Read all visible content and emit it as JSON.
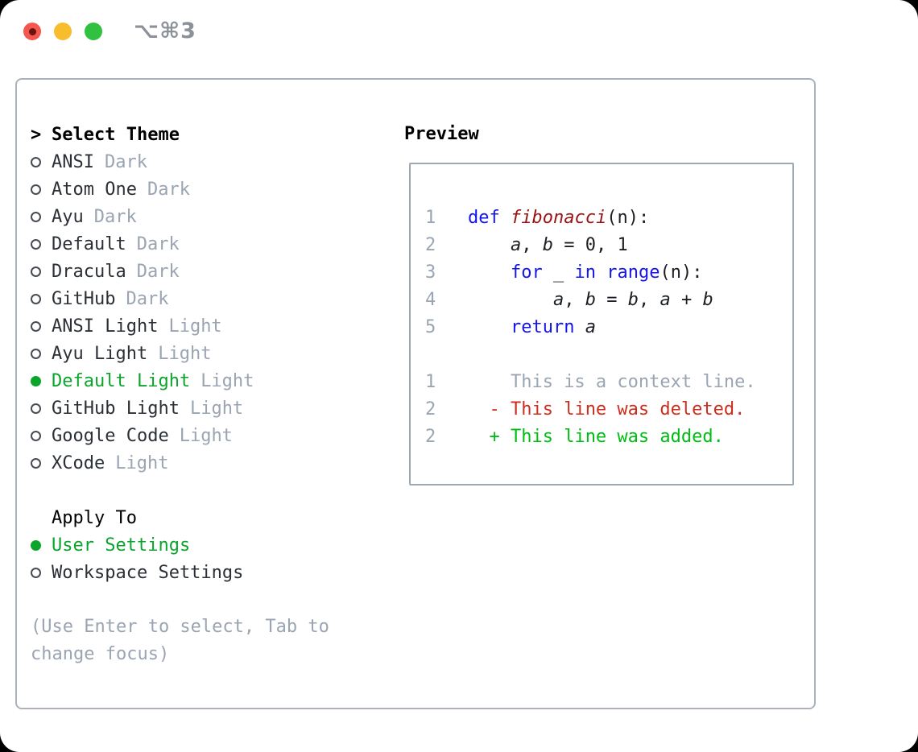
{
  "titlebar": {
    "shortcut": "⌥⌘3"
  },
  "colors": {
    "accent_green": "#0ba52c",
    "added_green": "#00bd13",
    "deleted_red": "#cc2d1c",
    "keyword_blue": "#1414ee",
    "function_red": "#9c1212",
    "muted_gray": "#9aa4b2",
    "light_red": "#f3574e",
    "light_yellow": "#f8bc2d",
    "light_green": "#2fc13f"
  },
  "theme_picker": {
    "prompt": ">",
    "title": "Select Theme",
    "items": [
      {
        "name": "ANSI",
        "variant": "Dark",
        "state": ""
      },
      {
        "name": "Atom One",
        "variant": "Dark",
        "state": ""
      },
      {
        "name": "Ayu",
        "variant": "Dark",
        "state": ""
      },
      {
        "name": "Default",
        "variant": "Dark",
        "state": ""
      },
      {
        "name": "Dracula",
        "variant": "Dark",
        "state": ""
      },
      {
        "name": "GitHub",
        "variant": "Dark",
        "state": ""
      },
      {
        "name": "ANSI Light",
        "variant": "Light",
        "state": ""
      },
      {
        "name": "Ayu Light",
        "variant": "Light",
        "state": ""
      },
      {
        "name": "Default Light",
        "variant": "Light",
        "state": "selected"
      },
      {
        "name": "GitHub Light",
        "variant": "Light",
        "state": ""
      },
      {
        "name": "Google Code",
        "variant": "Light",
        "state": ""
      },
      {
        "name": "XCode",
        "variant": "Light",
        "state": ""
      }
    ]
  },
  "apply_to": {
    "title": "Apply To",
    "items": [
      {
        "label": "User Settings",
        "state": "selected"
      },
      {
        "label": "Workspace Settings",
        "state": ""
      }
    ]
  },
  "help": {
    "line1": "(Use Enter to select, Tab to",
    "line2": "change focus)"
  },
  "preview": {
    "title": "Preview",
    "lines": [
      {
        "num": "1",
        "segs": [
          {
            "t": "   ",
            "c": ""
          },
          {
            "t": "def",
            "c": "kw"
          },
          {
            "t": " ",
            "c": ""
          },
          {
            "t": "fibonacci",
            "c": "fn"
          },
          {
            "t": "(n):",
            "c": ""
          }
        ]
      },
      {
        "num": "2",
        "segs": [
          {
            "t": "       ",
            "c": ""
          },
          {
            "t": "a",
            "c": "va"
          },
          {
            "t": ", ",
            "c": ""
          },
          {
            "t": "b",
            "c": "va"
          },
          {
            "t": " = 0, 1",
            "c": ""
          }
        ]
      },
      {
        "num": "3",
        "segs": [
          {
            "t": "       ",
            "c": ""
          },
          {
            "t": "for",
            "c": "kw"
          },
          {
            "t": " _ ",
            "c": ""
          },
          {
            "t": "in",
            "c": "kw"
          },
          {
            "t": " ",
            "c": ""
          },
          {
            "t": "range",
            "c": "kw"
          },
          {
            "t": "(n):",
            "c": ""
          }
        ]
      },
      {
        "num": "4",
        "segs": [
          {
            "t": "           ",
            "c": ""
          },
          {
            "t": "a",
            "c": "va"
          },
          {
            "t": ", ",
            "c": ""
          },
          {
            "t": "b",
            "c": "va"
          },
          {
            "t": " = ",
            "c": ""
          },
          {
            "t": "b",
            "c": "va"
          },
          {
            "t": ", ",
            "c": ""
          },
          {
            "t": "a",
            "c": "va"
          },
          {
            "t": " + ",
            "c": ""
          },
          {
            "t": "b",
            "c": "va"
          }
        ]
      },
      {
        "num": "5",
        "segs": [
          {
            "t": "       ",
            "c": ""
          },
          {
            "t": "return",
            "c": "kw"
          },
          {
            "t": " ",
            "c": ""
          },
          {
            "t": "a",
            "c": "va"
          }
        ]
      },
      {
        "num": "",
        "segs": []
      },
      {
        "num": "1",
        "segs": [
          {
            "t": "       This is a context line.",
            "c": "ctx"
          }
        ]
      },
      {
        "num": "2",
        "segs": [
          {
            "t": "     ",
            "c": ""
          },
          {
            "t": "- This line was deleted.",
            "c": "del"
          }
        ]
      },
      {
        "num": "2",
        "segs": [
          {
            "t": "     ",
            "c": ""
          },
          {
            "t": "+ This line was added.",
            "c": "add"
          }
        ]
      }
    ]
  }
}
